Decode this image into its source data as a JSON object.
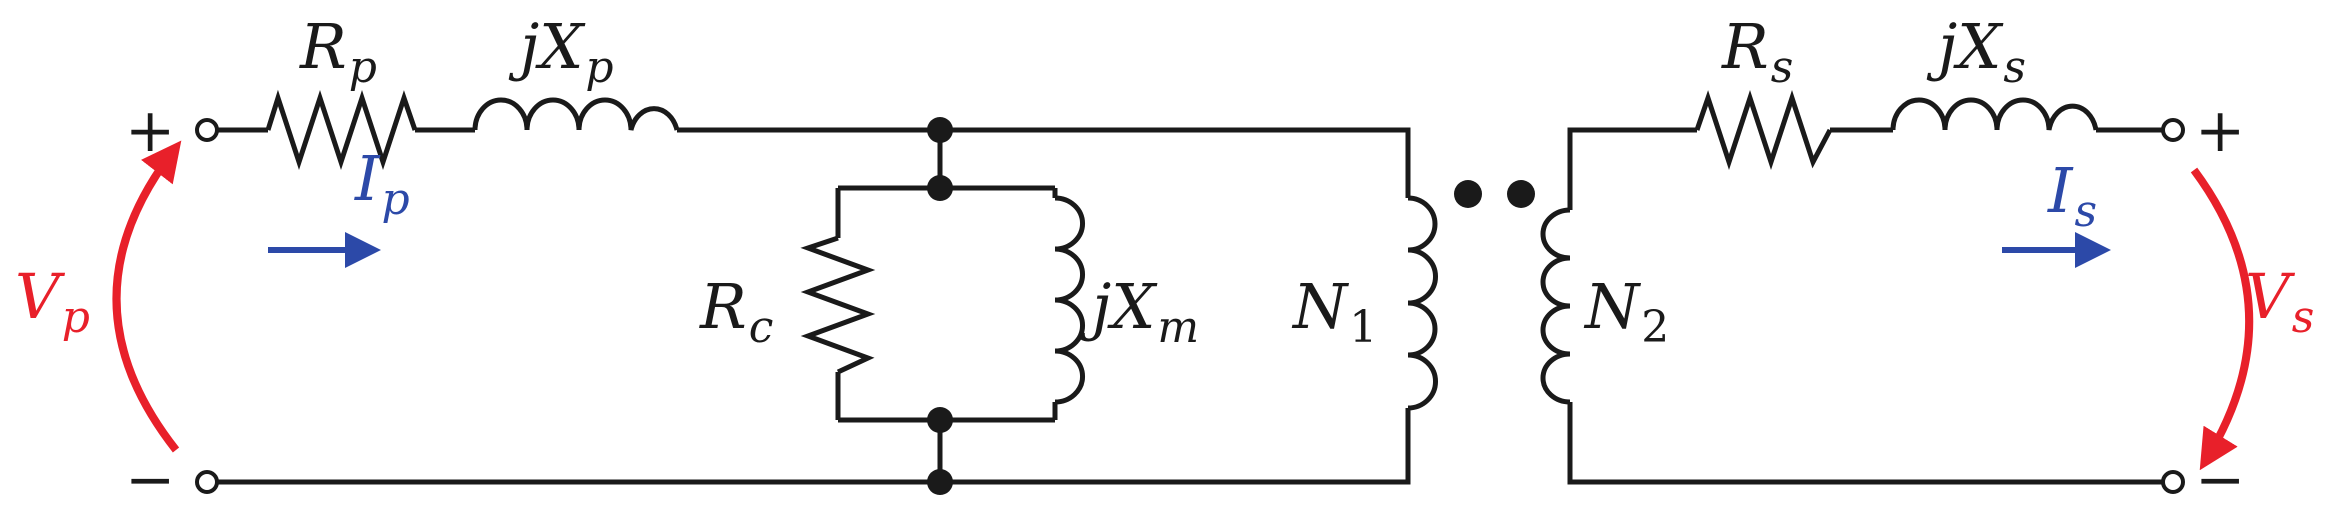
{
  "labels": {
    "rp_main": "R",
    "rp_sub": "p",
    "xp_main": "jX",
    "xp_sub": "p",
    "rc_main": "R",
    "rc_sub": "c",
    "xm_main": "jX",
    "xm_sub": "m",
    "n1_main": "N",
    "n1_sub": "1",
    "n2_main": "N",
    "n2_sub": "2",
    "rs_main": "R",
    "rs_sub": "s",
    "xs_main": "jX",
    "xs_sub": "s"
  },
  "currents": {
    "ip_main": "I",
    "ip_sub": "p",
    "is_main": "I",
    "is_sub": "s"
  },
  "voltages": {
    "vp_main": "V",
    "vp_sub": "p",
    "vs_main": "V",
    "vs_sub": "s"
  },
  "polarity": {
    "primary_plus": "+",
    "primary_minus": "−",
    "secondary_plus": "+",
    "secondary_minus": "−"
  },
  "colors": {
    "wire": "#1a1a1a",
    "current": "#2c49a8",
    "voltage": "#e8202a"
  }
}
